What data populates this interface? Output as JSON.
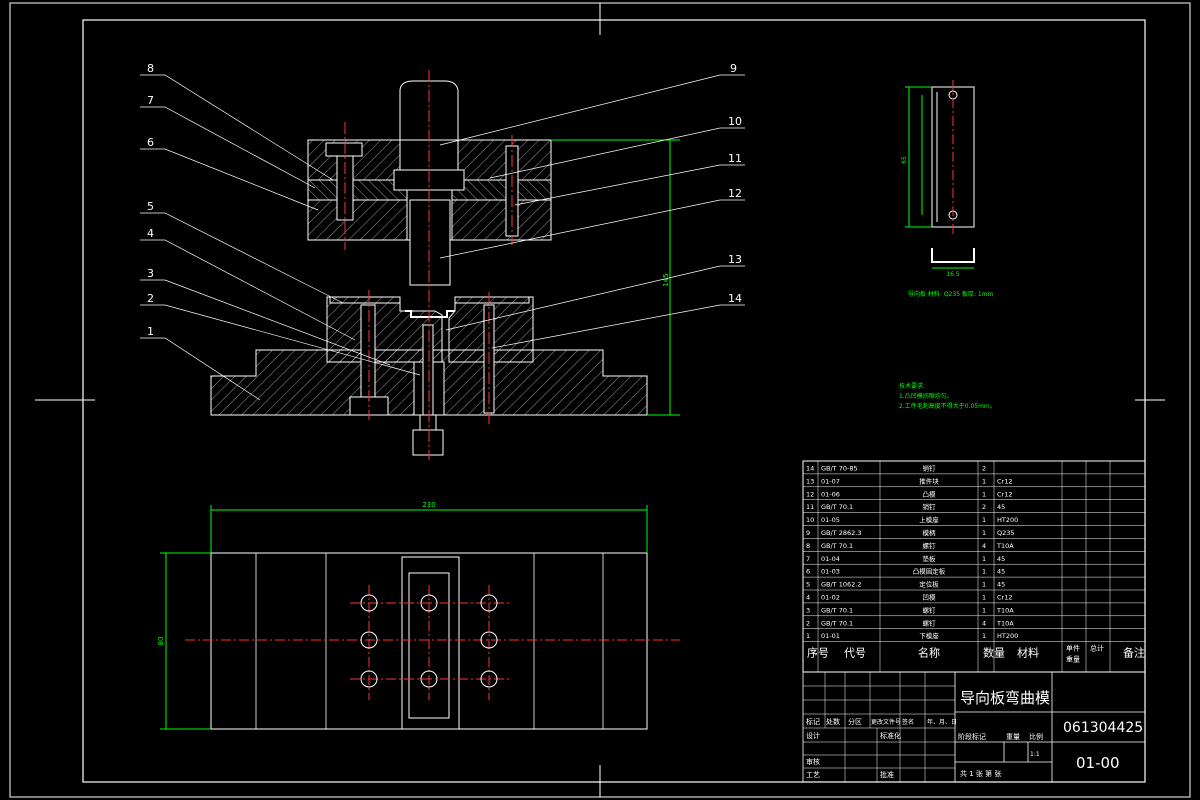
{
  "drawing": {
    "title": "导向板弯曲模",
    "number": "061304425",
    "code": "01-00",
    "scale": "1:1"
  },
  "leaders": [
    "1",
    "2",
    "3",
    "4",
    "5",
    "6",
    "7",
    "8",
    "9",
    "10",
    "11",
    "12",
    "13",
    "14"
  ],
  "tech_requirements": {
    "heading": "技术要求:",
    "lines": [
      "1.凸凹模间隙均匀。",
      "2.工件毛刺高度不得大于0.05mm。"
    ]
  },
  "workpiece_caption": "导向板  材料: Q235  板厚: 1mm",
  "bom": {
    "headers": [
      "序号",
      "代号",
      "名称",
      "数量",
      "材料",
      "单件",
      "总计",
      "重量",
      "备注"
    ],
    "rows": [
      {
        "no": "14",
        "code": "GB/T 70-85",
        "name": "销钉",
        "qty": "2",
        "mat": ""
      },
      {
        "no": "13",
        "code": "01-07",
        "name": "推件块",
        "qty": "1",
        "mat": "Cr12"
      },
      {
        "no": "12",
        "code": "01-06",
        "name": "凸模",
        "qty": "1",
        "mat": "Cr12"
      },
      {
        "no": "11",
        "code": "GB/T 70.1",
        "name": "销钉",
        "qty": "2",
        "mat": "45"
      },
      {
        "no": "10",
        "code": "01-05",
        "name": "上模座",
        "qty": "1",
        "mat": "HT200"
      },
      {
        "no": "9",
        "code": "GB/T 2862.3",
        "name": "模柄",
        "qty": "1",
        "mat": "Q235"
      },
      {
        "no": "8",
        "code": "GB/T 70.1",
        "name": "螺钉",
        "qty": "4",
        "mat": "T10A"
      },
      {
        "no": "7",
        "code": "01-04",
        "name": "垫板",
        "qty": "1",
        "mat": "45"
      },
      {
        "no": "6",
        "code": "01-03",
        "name": "凸模固定板",
        "qty": "1",
        "mat": "45"
      },
      {
        "no": "5",
        "code": "GB/T 1062.2",
        "name": "定位板",
        "qty": "1",
        "mat": "45"
      },
      {
        "no": "4",
        "code": "01-02",
        "name": "凹模",
        "qty": "1",
        "mat": "Cr12"
      },
      {
        "no": "3",
        "code": "GB/T 70.1",
        "name": "螺钉",
        "qty": "1",
        "mat": "T10A"
      },
      {
        "no": "2",
        "code": "GB/T 70.1",
        "name": "螺钉",
        "qty": "4",
        "mat": "T10A"
      },
      {
        "no": "1",
        "code": "01-01",
        "name": "下模座",
        "qty": "1",
        "mat": "HT200"
      }
    ]
  },
  "title_block": {
    "sign_labels": [
      "标记",
      "处数",
      "分区",
      "更改文件号",
      "签名",
      "年、月、日"
    ],
    "role_labels": [
      "设计",
      "标准化",
      "审核",
      "工艺",
      "批准"
    ],
    "stage_labels": [
      "阶段标记",
      "重量",
      "比例"
    ],
    "sheet_text": "共 1 张 第 张"
  },
  "dimensions": {
    "plan_width": "230",
    "plan_height": "80",
    "section_height": "145",
    "part_height": "65",
    "part_width": "16.5"
  },
  "colors": {
    "line": "#ffffff",
    "dim": "#00ff00",
    "center": "#ff3333",
    "leader": "#ffffff",
    "bg": "#000000"
  }
}
